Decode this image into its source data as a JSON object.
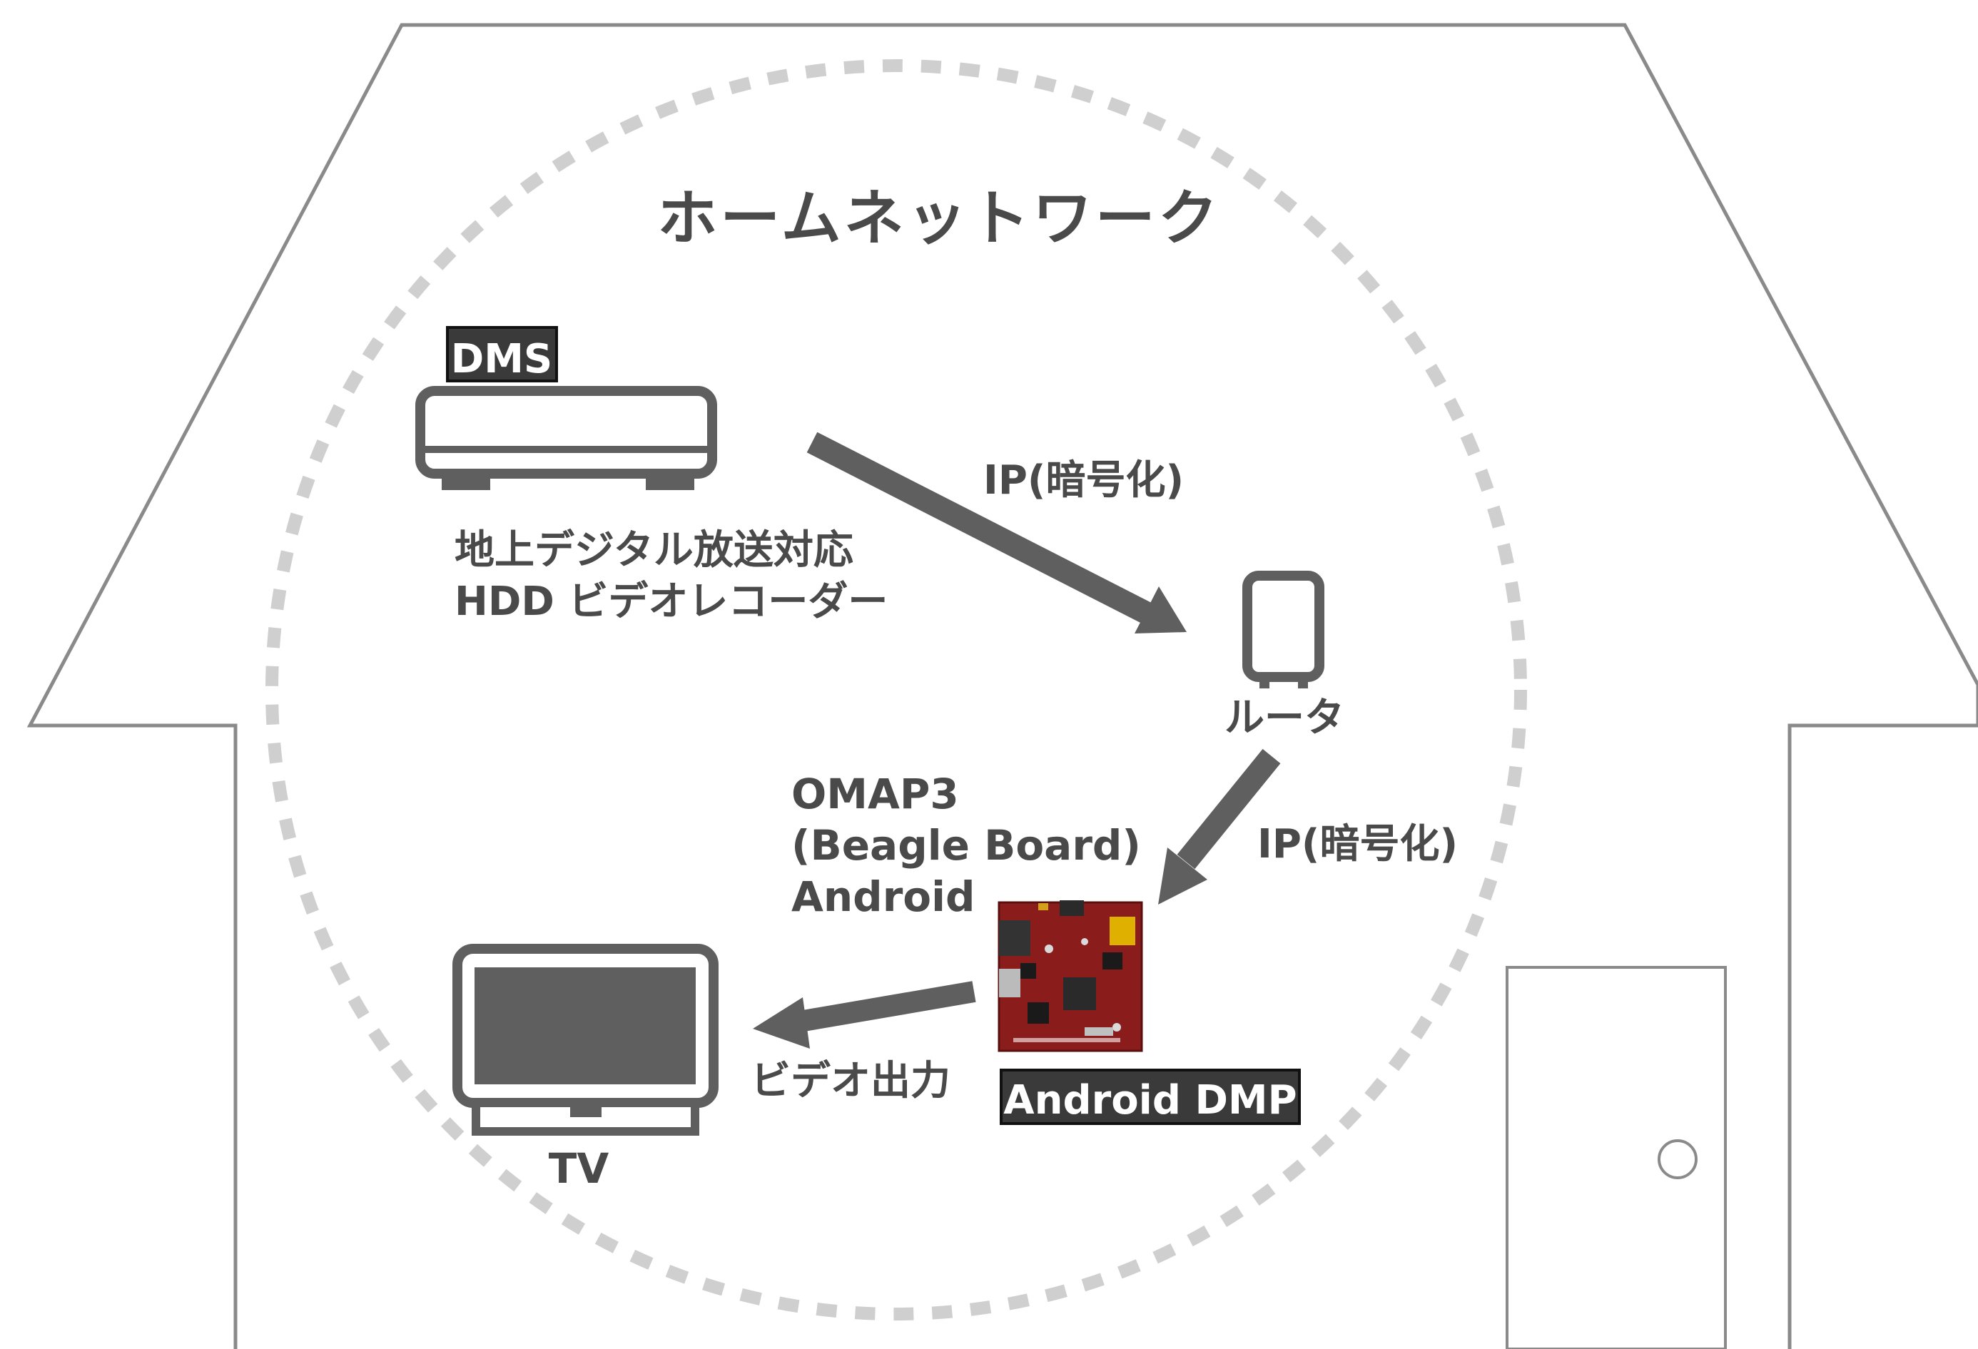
{
  "title": "ホームネットワーク",
  "dms": {
    "badge": "DMS",
    "label_line1": "地上デジタル放送対応",
    "label_line2": "HDD ビデオレコーダー"
  },
  "router": {
    "label": "ルータ"
  },
  "links": {
    "dms_to_router": "IP(暗号化)",
    "router_to_dmp": "IP(暗号化)",
    "dmp_to_tv": "ビデオ出力"
  },
  "board": {
    "line1": "OMAP3",
    "line2": "(Beagle Board)",
    "line3": "Android",
    "badge": "Android DMP"
  },
  "tv": {
    "label": "TV"
  },
  "colors": {
    "outline": "#8a8a8a",
    "device": "#5f5f5f",
    "arrow": "#5f5f5f",
    "dashed_circle": "#cfcfcf",
    "badge_bg": "#3a3a3a",
    "text": "#4a4a4a",
    "board_pcb": "#8b1c1c"
  },
  "icons": [
    "house-outline",
    "door-icon",
    "recorder-icon",
    "router-icon",
    "tv-icon",
    "beagle-board-image"
  ]
}
